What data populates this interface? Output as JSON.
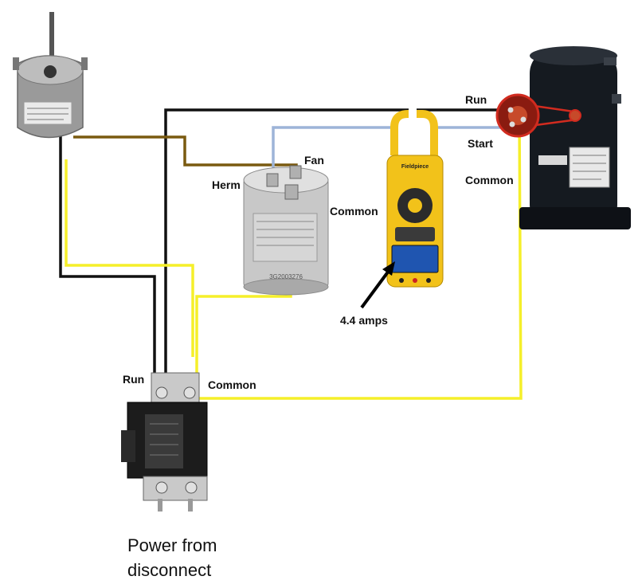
{
  "labels": {
    "compressor_run": "Run",
    "compressor_start": "Start",
    "compressor_common": "Common",
    "cap_fan": "Fan",
    "cap_herm": "Herm",
    "cap_common": "Common",
    "meter_reading": "4.4 amps",
    "contactor_run": "Run",
    "contactor_common": "Common",
    "power_line1": "Power from",
    "power_line2": "disconnect"
  },
  "component_text": {
    "meter_brand": "Fieldpiece",
    "cap_serial": "3G2003276"
  },
  "colors": {
    "black_wire": "#111111",
    "brown_wire": "#7a5a10",
    "yellow_wire": "#f5ef2a",
    "blue_wire": "#9db4d8",
    "meter_body": "#f2c21a",
    "compressor_body": "#151a20",
    "terminal_red": "#d12b1f"
  }
}
